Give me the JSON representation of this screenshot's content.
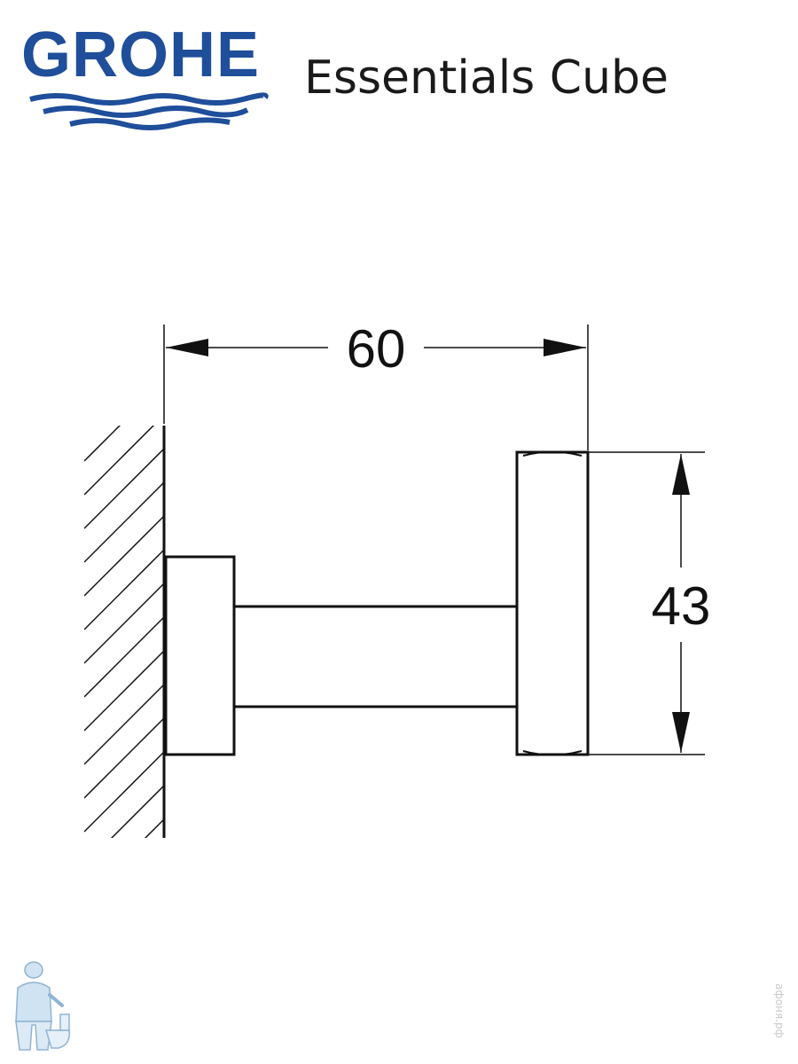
{
  "brand": {
    "name": "GROHE",
    "color": "#1f4e9a"
  },
  "header": {
    "product_title": "Essentials Cube"
  },
  "drawing": {
    "dimensions": {
      "width": "60",
      "height": "43"
    },
    "line_color": "#111111"
  },
  "footer": {
    "mascot_icon": "plumber-mascot-icon",
    "watermark": "афоня.рф"
  }
}
